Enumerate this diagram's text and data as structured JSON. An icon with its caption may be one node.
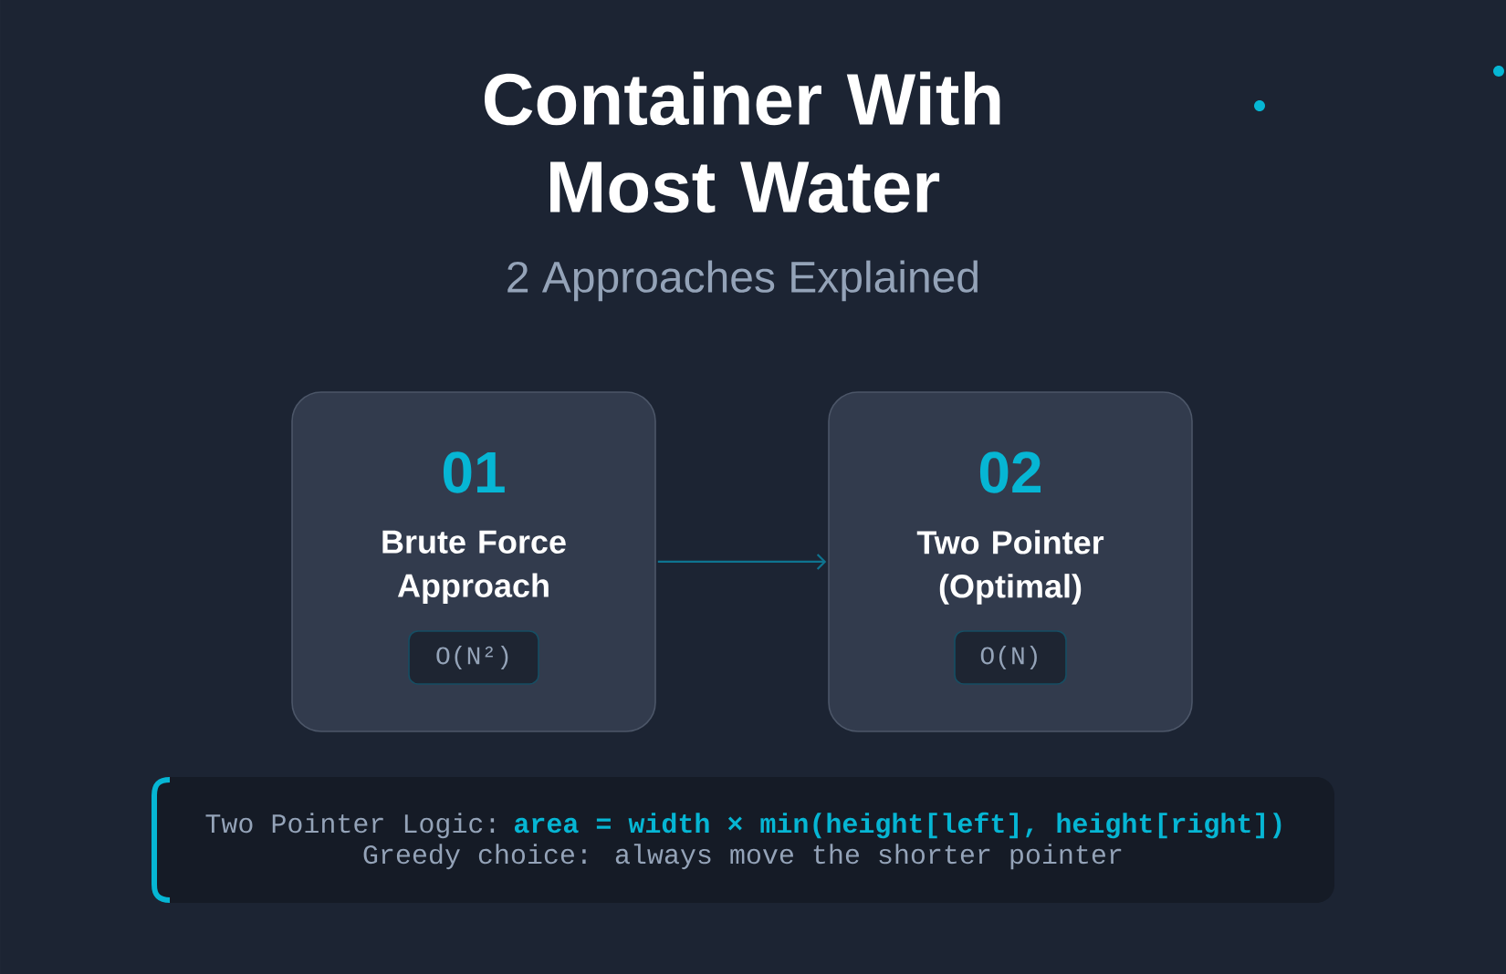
{
  "diagram": {
    "title": "Container With Most Water",
    "nodes": [
      {
        "text": [
          "01",
          "Brute Force Approach"
        ]
      },
      {
        "text": [
          "O(N²)"
        ],
        "in": 0
      },
      {
        "text": [
          "02",
          "Two Pointer (Optimal)"
        ]
      },
      {
        "text": [
          "O(N)"
        ],
        "in": 2
      },
      {
        "text": [
          "Two Pointer Logic:",
          "area = width × min(height[left], height[right])",
          "Greedy choice: always move the shorter pointer"
        ]
      }
    ],
    "edges": [
      {
        "from": 0,
        "to": 2,
        "arrow": "to"
      }
    ],
    "labels": [
      "2 Approaches Explained"
    ]
  }
}
